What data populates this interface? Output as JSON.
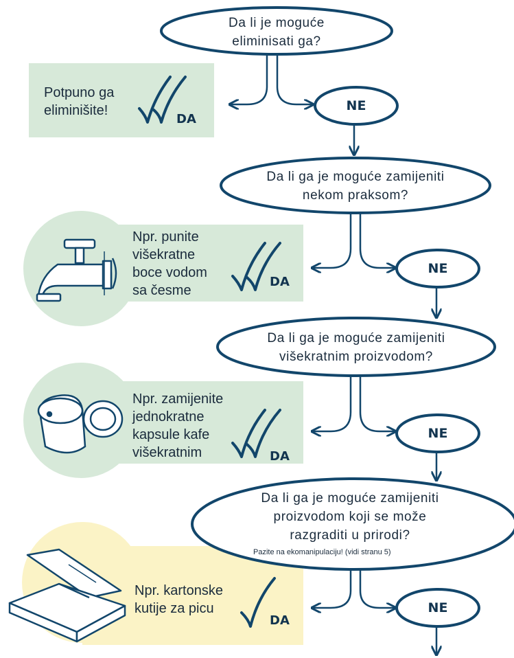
{
  "colors": {
    "navy": "#12466b",
    "green_box": "#d7e9d9",
    "yellow_box": "#fbf3c6",
    "check": "#12466b"
  },
  "questions": [
    {
      "line1": "Da li je moguće",
      "line2": "eliminisati ga?"
    },
    {
      "line1": "Da li ga je moguće zamijeniti",
      "line2": "nekom praksom?"
    },
    {
      "line1": "Da li ga je moguće zamijeniti",
      "line2": "višekratnim proizvodom?"
    },
    {
      "line1": "Da li ga je moguće zamijeniti",
      "line2": "proizvodom koji se može",
      "line3": "razgraditi u prirodi?",
      "note": "Pazite na ekomanipulaciju! (vidi stranu 5)"
    }
  ],
  "no_label": "NE",
  "yes_label": "DA",
  "examples": [
    {
      "line1": "Potpuno ga",
      "line2": "eliminišite!",
      "icon": "double-check-icon"
    },
    {
      "line1": "Npr. punite",
      "line2": "višekratne",
      "line3": "boce vodom",
      "line4": "sa česme",
      "icon": "water-tap-icon"
    },
    {
      "line1": "Npr. zamijenite",
      "line2": "jednokratne",
      "line3": "kapsule kafe",
      "line4": "višekratnim",
      "icon": "coffee-capsule-icon"
    },
    {
      "line1": "Npr. kartonske",
      "line2": "kutije za picu",
      "icon": "pizza-box-icon"
    }
  ]
}
